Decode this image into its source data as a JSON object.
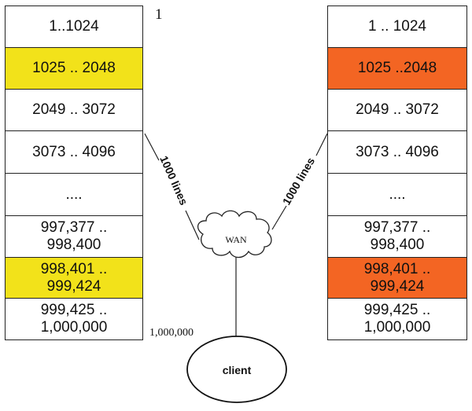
{
  "colors": {
    "left_highlight": "#f2e21a",
    "right_highlight": "#f36523",
    "plain": "#ffffff"
  },
  "left_column": {
    "cells": [
      {
        "text": "1..1024",
        "highlight": false
      },
      {
        "text": "1025 .. 2048",
        "highlight": true
      },
      {
        "text": "2049 .. 3072",
        "highlight": false
      },
      {
        "text": "3073 .. 4096",
        "highlight": false
      },
      {
        "text": "....",
        "highlight": false
      },
      {
        "line1": "997,377 ..",
        "line2": "998,400",
        "highlight": false
      },
      {
        "line1": "998,401 ..",
        "line2": "999,424",
        "highlight": true
      },
      {
        "line1": "999,425 ..",
        "line2": "1,000,000",
        "highlight": false
      }
    ],
    "top_label": "1",
    "bottom_label": "1,000,000"
  },
  "right_column": {
    "cells": [
      {
        "text": "1 .. 1024",
        "highlight": false
      },
      {
        "text": "1025 ..2048",
        "highlight": true
      },
      {
        "text": "2049 .. 3072",
        "highlight": false
      },
      {
        "text": "3073 .. 4096",
        "highlight": false
      },
      {
        "text": "....",
        "highlight": false
      },
      {
        "line1": "997,377 ..",
        "line2": "998,400",
        "highlight": false
      },
      {
        "line1": "998,401 ..",
        "line2": "999,424",
        "highlight": true
      },
      {
        "line1": "999,425 ..",
        "line2": "1,000,000",
        "highlight": false
      }
    ]
  },
  "links": {
    "left_label": "1000 lines",
    "right_label": "1000 lines"
  },
  "wan": {
    "label": "WAN"
  },
  "client": {
    "label": "client"
  }
}
